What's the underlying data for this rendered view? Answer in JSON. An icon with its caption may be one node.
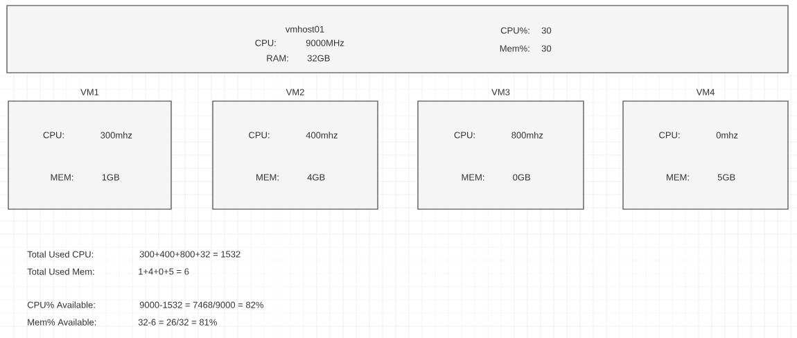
{
  "diagram": {
    "nodes": [
      {
        "text": [
          "vmhost01",
          "CPU:",
          "9000MHz",
          "RAM:",
          "32GB",
          "CPU%:",
          "30",
          "Mem%:",
          "30"
        ]
      },
      {
        "text": [
          "VM1",
          "CPU:",
          "300mhz",
          "MEM:",
          "1GB"
        ]
      },
      {
        "text": [
          "VM2",
          "CPU:",
          "400mhz",
          "MEM:",
          "4GB"
        ]
      },
      {
        "text": [
          "VM3",
          "CPU:",
          "800mhz",
          "MEM:",
          "0GB"
        ]
      },
      {
        "text": [
          "VM4",
          "CPU:",
          "0mhz",
          "MEM:",
          "5GB"
        ]
      }
    ],
    "labels": [
      "Total Used CPU:",
      "300+400+800+32 = 1532",
      "Total Used Mem:",
      "1+4+0+5 = 6",
      "CPU% Available:",
      "9000-1532 = 7468/9000 = 82%",
      "Mem% Available:",
      "32-6 = 26/32 = 81%"
    ]
  }
}
